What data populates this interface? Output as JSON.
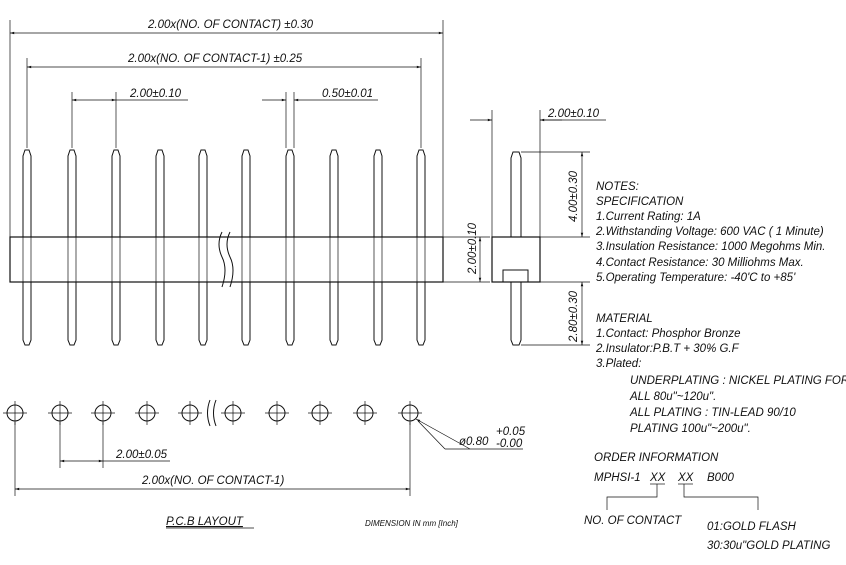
{
  "dims": {
    "overall": "2.00x(NO. OF CONTACT)  ±0.30",
    "pitch_total": "2.00x(NO. OF CONTACT-1)   ±0.25",
    "pitch": "2.00±0.10",
    "pin_width": "0.50±0.01",
    "body_height": "2.00±0.10",
    "side_width": "2.00±0.10",
    "upper_pin": "4.00±0.30",
    "lower_pin": "2.80±0.30",
    "pcb_pitch": "2.00±0.05",
    "pcb_total": "2.00x(NO. OF CONTACT-1)",
    "hole_dia": "ø0.80",
    "hole_tol_plus": "+0.05",
    "hole_tol_minus": "-0.00"
  },
  "labels": {
    "pcb_layout": "P.C.B LAYOUT",
    "dimension_unit": "DIMENSION IN mm [Inch]"
  },
  "notes": {
    "title": "NOTES:",
    "spec_title": "SPECIFICATION",
    "spec": [
      "1.Current Rating: 1A",
      "2.Withstanding Voltage: 600 VAC ( 1 Minute)",
      "3.Insulation Resistance: 1000 Megohms Min.",
      "4.Contact Resistance: 30 Milliohms Max.",
      "5.Operating Temperature: -40'C to +85'"
    ],
    "material_title": "MATERIAL",
    "material": [
      "1.Contact: Phosphor Bronze",
      "2.Insulator:P.B.T + 30% G.F",
      "3.Plated:"
    ],
    "plating": [
      "UNDERPLATING : NICKEL PLATING FOR",
      "ALL 80u\"~120u\".",
      "ALL PLATING : TIN-LEAD 90/10",
      "PLATING 100u\"~200u\"."
    ]
  },
  "order": {
    "title": "ORDER INFORMATION",
    "prefix": "MPHSI-1",
    "field1": "XX",
    "field2": "XX",
    "suffix": "B000",
    "field1_desc": "NO. OF CONTACT",
    "field2_desc": [
      "01:GOLD FLASH",
      "30:30u\"GOLD PLATING"
    ]
  }
}
